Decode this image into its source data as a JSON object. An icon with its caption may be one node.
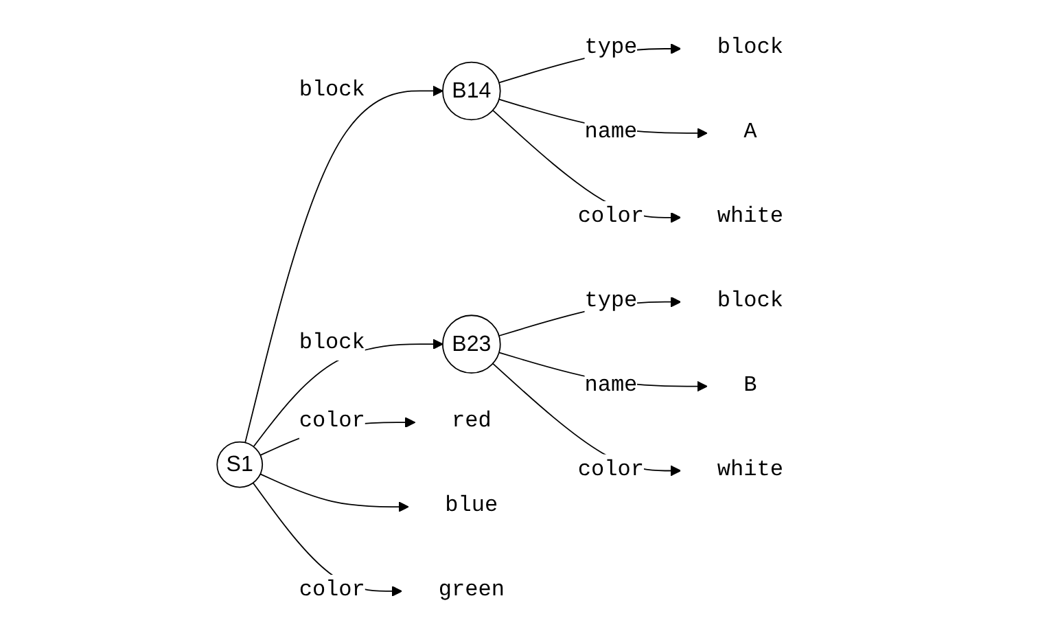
{
  "diagram": {
    "nodes": [
      {
        "text": [
          "S1"
        ]
      },
      {
        "text": [
          "B14"
        ]
      },
      {
        "text": [
          "B23"
        ]
      },
      {
        "text": [
          "block"
        ]
      },
      {
        "text": [
          "A"
        ]
      },
      {
        "text": [
          "white"
        ]
      },
      {
        "text": [
          "block"
        ]
      },
      {
        "text": [
          "B"
        ]
      },
      {
        "text": [
          "white"
        ]
      },
      {
        "text": [
          "red"
        ]
      },
      {
        "text": [
          "blue"
        ]
      },
      {
        "text": [
          "green"
        ]
      }
    ],
    "edges": [
      {
        "from": 0,
        "to": 1,
        "label": "block",
        "arrow": "to"
      },
      {
        "from": 0,
        "to": 2,
        "label": "block",
        "arrow": "to"
      },
      {
        "from": 0,
        "to": 9,
        "label": "color",
        "arrow": "to"
      },
      {
        "from": 0,
        "to": 10,
        "arrow": "to"
      },
      {
        "from": 0,
        "to": 11,
        "label": "color",
        "arrow": "to"
      },
      {
        "from": 1,
        "to": 3,
        "label": "type",
        "arrow": "to"
      },
      {
        "from": 1,
        "to": 4,
        "label": "name",
        "arrow": "to"
      },
      {
        "from": 1,
        "to": 5,
        "label": "color",
        "arrow": "to"
      },
      {
        "from": 2,
        "to": 6,
        "label": "type",
        "arrow": "to"
      },
      {
        "from": 2,
        "to": 7,
        "label": "name",
        "arrow": "to"
      },
      {
        "from": 2,
        "to": 8,
        "label": "color",
        "arrow": "to"
      }
    ]
  }
}
